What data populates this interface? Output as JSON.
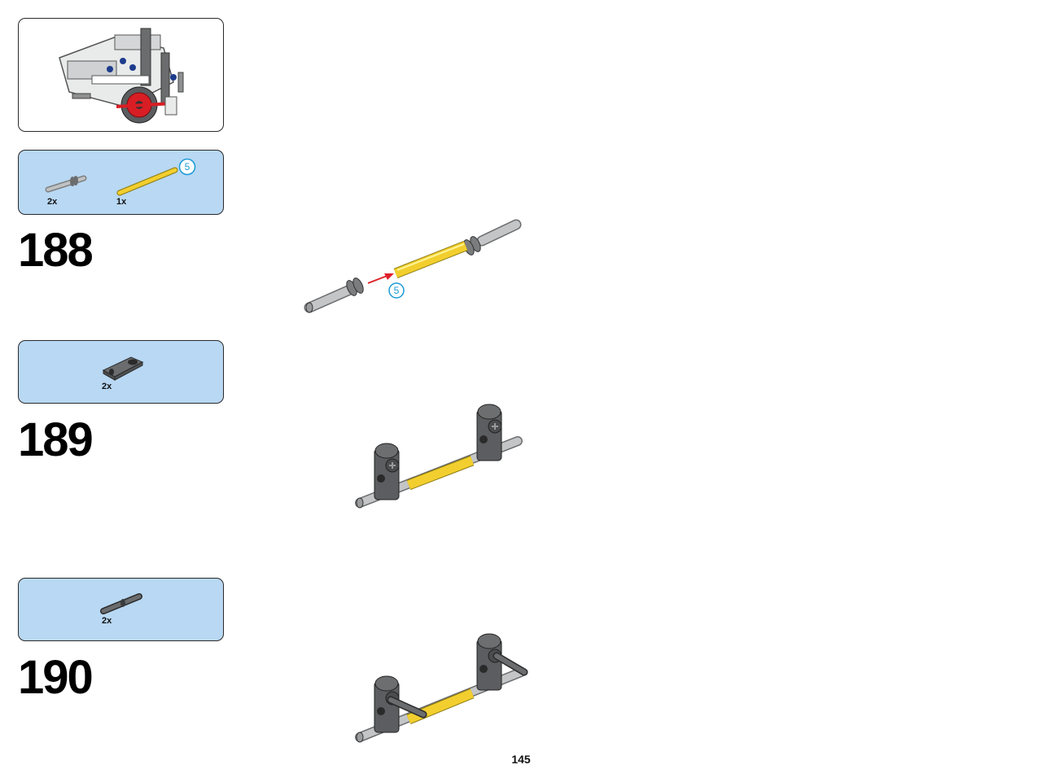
{
  "page_number": "145",
  "steps": [
    {
      "number": "188",
      "parts": [
        {
          "quantity": "2x",
          "part": "grey-pin-with-bush-icon"
        },
        {
          "quantity": "1x",
          "part": "yellow-axle-5-icon",
          "length_callout": "5"
        }
      ],
      "assembly_callout": "5"
    },
    {
      "number": "189",
      "parts": [
        {
          "quantity": "2x",
          "part": "dark-grey-cross-block-icon"
        }
      ]
    },
    {
      "number": "190",
      "parts": [
        {
          "quantity": "2x",
          "part": "dark-grey-axle-pin-icon"
        }
      ]
    }
  ],
  "colors": {
    "parts_panel": "#b8d8f3",
    "callout": "#1a9ad6",
    "arrow": "#e0202a",
    "axle": "#f2cf2e",
    "light_grey": "#b8babb",
    "dark_grey": "#5b5d60"
  }
}
